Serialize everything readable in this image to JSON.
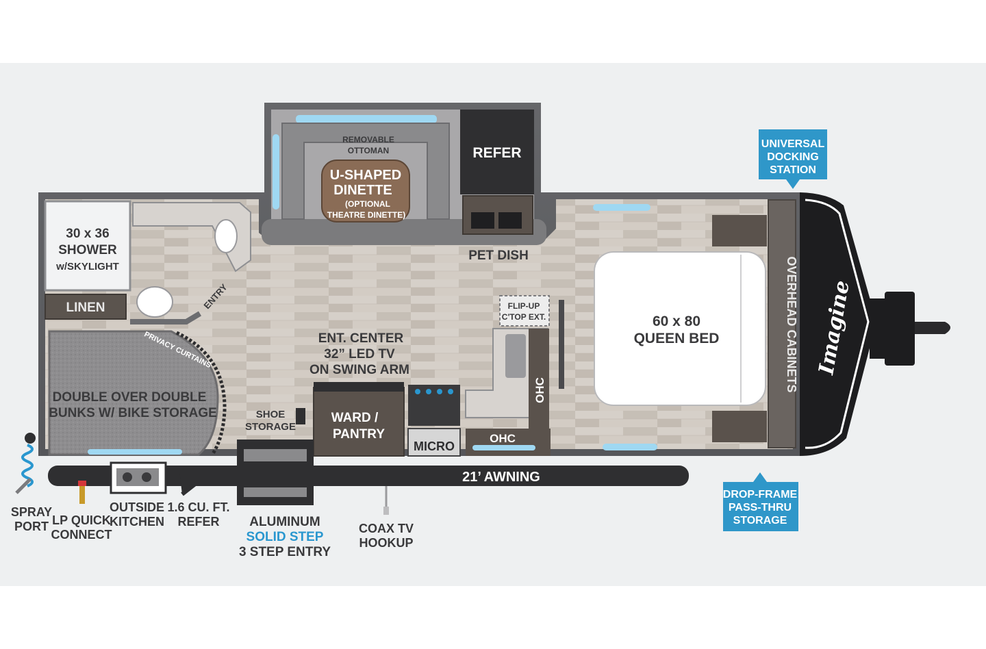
{
  "labels": {
    "removable_ottoman": [
      "REMOVABLE",
      "OTTOMAN"
    ],
    "dinette": [
      "U-SHAPED",
      "DINETTE"
    ],
    "dinette_option": [
      "(OPTIONAL",
      "THEATRE DINETTE)"
    ],
    "refer": "REFER",
    "pet_dish": "PET DISH",
    "shower": [
      "30 x 36",
      "SHOWER",
      "w/SKYLIGHT"
    ],
    "linen": "LINEN",
    "entry": "ENTRY",
    "privacy_curtains": "PRIVACY CURTAINS",
    "bunks": [
      "DOUBLE OVER DOUBLE",
      "BUNKS W/ BIKE STORAGE"
    ],
    "ent_center": [
      "ENT. CENTER",
      "32” LED TV",
      "ON SWING ARM"
    ],
    "flip_up": [
      "FLIP-UP",
      "C'TOP EXT."
    ],
    "ohc": "OHC",
    "queen_bed": [
      "60 x 80",
      "QUEEN BED"
    ],
    "overhead_cabinets": "OVERHEAD CABINETS",
    "shoe_storage": [
      "SHOE",
      "STORAGE"
    ],
    "ward_pantry": [
      "WARD /",
      "PANTRY"
    ],
    "micro": "MICRO",
    "awning": "21’ AWNING",
    "universal_docking": [
      "UNIVERSAL",
      "DOCKING",
      "STATION"
    ],
    "drop_frame": [
      "DROP-FRAME",
      "PASS-THRU",
      "STORAGE"
    ],
    "spray_port": [
      "SPRAY",
      "PORT"
    ],
    "lp_quick": [
      "LP QUICK",
      "CONNECT"
    ],
    "outside_kitchen": [
      "OUTSIDE",
      "KITCHEN"
    ],
    "refer_small": [
      "1.6 CU. FT.",
      "REFER"
    ],
    "aluminum": "ALUMINUM",
    "solid_step": "SOLID STEP",
    "step_entry": "3 STEP ENTRY",
    "coax": [
      "COAX TV",
      "HOOKUP"
    ],
    "logo": "Imagine"
  },
  "colors": {
    "wall": "#5e5f62",
    "floor": "#cdc6be",
    "dark": "#2f2f31",
    "cabinet": "#5a524c",
    "callout": "#2f97c9",
    "accent_blue": "#2a97cf",
    "window": "#9fd8f2"
  }
}
